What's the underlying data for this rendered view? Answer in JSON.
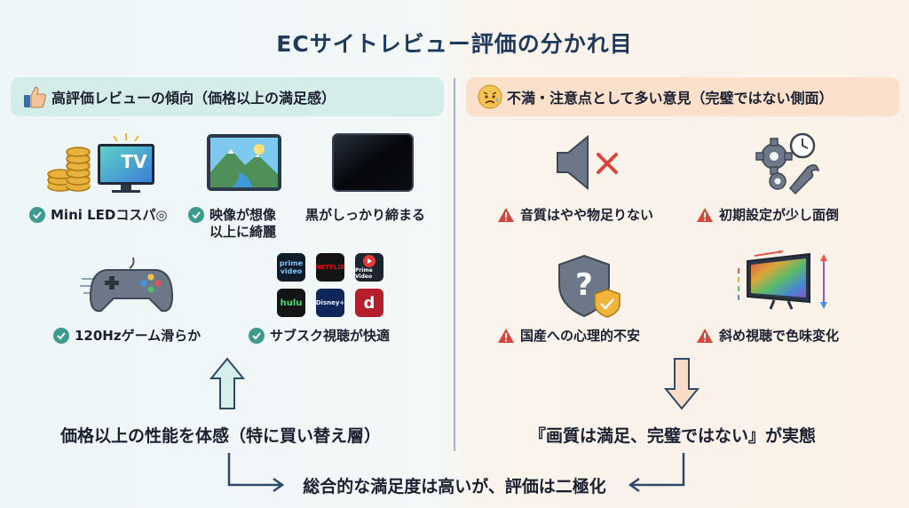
{
  "title": "ECサイトレビュー評価の分かれ目",
  "left_panel": {
    "banner": "高評価レビューの傾向（価格以上の満足感）",
    "items": [
      {
        "label": "Mini LEDコスパ◎",
        "icon": "tv-and-coins-icon",
        "icon_text": "TV"
      },
      {
        "label": "映像が想像以上に綺麗",
        "icon": "landscape-icon"
      },
      {
        "label": "黒がしっかり締まる",
        "icon": "black-screen-icon"
      },
      {
        "label": "120Hzゲーム滑らか",
        "icon": "gamepad-icon"
      },
      {
        "label": "サブスク視聴が快適",
        "icon": "streaming-apps-icon",
        "apps": [
          "prime video",
          "NETFLIX",
          "Prime Video",
          "hulu",
          "Disney+",
          "d"
        ]
      }
    ],
    "summary": "価格以上の性能を体感（特に買い替え層）"
  },
  "right_panel": {
    "banner": "不満・注意点として多い意見（完璧ではない側面）",
    "items": [
      {
        "label": "音質はやや物足りない",
        "icon": "speaker-mute-icon"
      },
      {
        "label": "初期設定が少し面倒",
        "icon": "gears-clock-icon"
      },
      {
        "label": "国産への心理的不安",
        "icon": "shield-question-icon"
      },
      {
        "label": "斜め視聴で色味変化",
        "icon": "angled-tv-icon"
      }
    ],
    "summary": "『画質は満足、完璧ではない』が実態"
  },
  "conclusion": "総合的な満足度は高いが、評価は二極化",
  "colors": {
    "positive": "#3e9a8e",
    "warning": "#d9453b",
    "title": "#1f3a5c"
  }
}
